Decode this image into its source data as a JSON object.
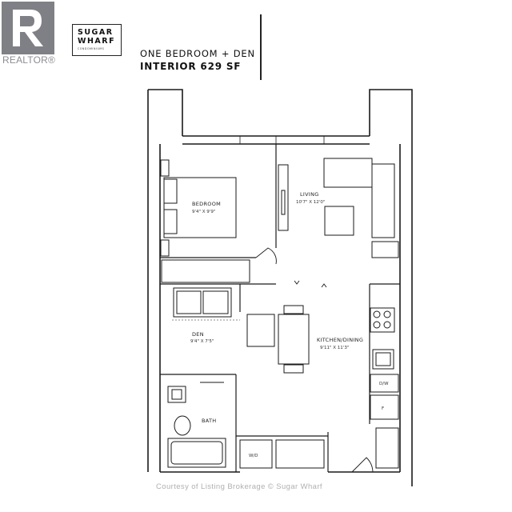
{
  "logo": {
    "text": "REALTOR®"
  },
  "brand": {
    "line1": "SUGAR",
    "line2": "WHARF",
    "line3": "CONDOMINIUMS"
  },
  "unit": {
    "type": "ONE BEDROOM + DEN",
    "interior": "INTERIOR 629 SF"
  },
  "rooms": {
    "bedroom": {
      "name": "BEDROOM",
      "dims": "9'4\" X 9'9\""
    },
    "living": {
      "name": "LIVING",
      "dims": "10'7\" X 12'0\""
    },
    "den": {
      "name": "DEN",
      "dims": "9'4\" X 7'5\""
    },
    "kitchen": {
      "name": "KITCHEN/DINING",
      "dims": "9'11\" X 11'3\""
    },
    "bath": {
      "name": "BATH"
    },
    "laundry": {
      "name": "W/D"
    },
    "dishwasher": {
      "name": "D/W"
    },
    "fridge": {
      "name": "F"
    }
  },
  "watermark": "Courtesy of Listing Brokerage © Sugar Wharf"
}
